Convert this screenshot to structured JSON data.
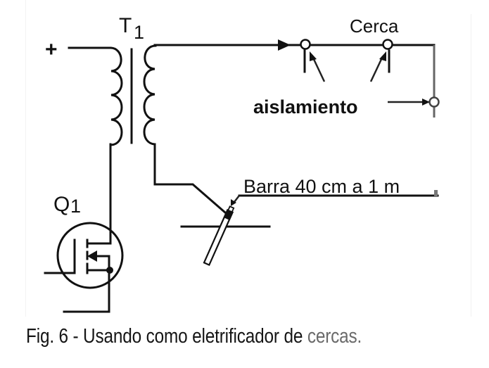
{
  "figure": {
    "caption_main": "Fig. 6 - Usando como eletrificador de ",
    "caption_tail": "cercas.",
    "labels": {
      "transformer": "T",
      "transformer_sub": "1",
      "transistor": "Q",
      "transistor_sub": "1",
      "positive_terminal": "+",
      "fence": "Cerca",
      "insulation": "aislamiento",
      "ground_rod": "Barra 40 cm a 1 m"
    },
    "components": [
      {
        "id": "T1",
        "type": "transformer",
        "primary_turns": 4,
        "secondary_turns": 4
      },
      {
        "id": "Q1",
        "type": "n-channel MOSFET"
      },
      {
        "id": "fence-insulators",
        "type": "insulator",
        "count": 3
      },
      {
        "id": "ground-rod",
        "type": "earth rod"
      }
    ],
    "colors": {
      "ink": "#111111",
      "fade_ink": "#6a6a6a",
      "background": "#ffffff"
    }
  }
}
